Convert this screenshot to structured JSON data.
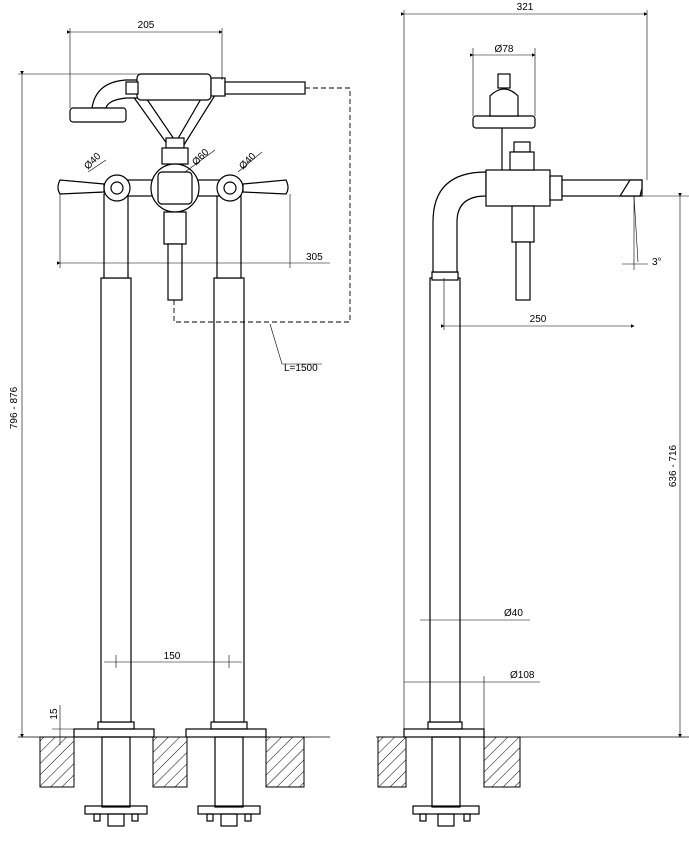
{
  "front_view": {
    "dim_width_top": "205",
    "dim_handle_left": "Ø40",
    "dim_center": "Ø60",
    "dim_handle_right": "Ø40",
    "dim_reach": "305",
    "dim_hose": "L=1500",
    "dim_height": "796 - 876",
    "dim_spacing": "150",
    "dim_base": "15"
  },
  "side_view": {
    "dim_width_top": "321",
    "dim_shower": "Ø78",
    "dim_angle": "3°",
    "dim_spout": "250",
    "dim_height": "636 - 716",
    "dim_pipe": "Ø40",
    "dim_base": "Ø108"
  }
}
